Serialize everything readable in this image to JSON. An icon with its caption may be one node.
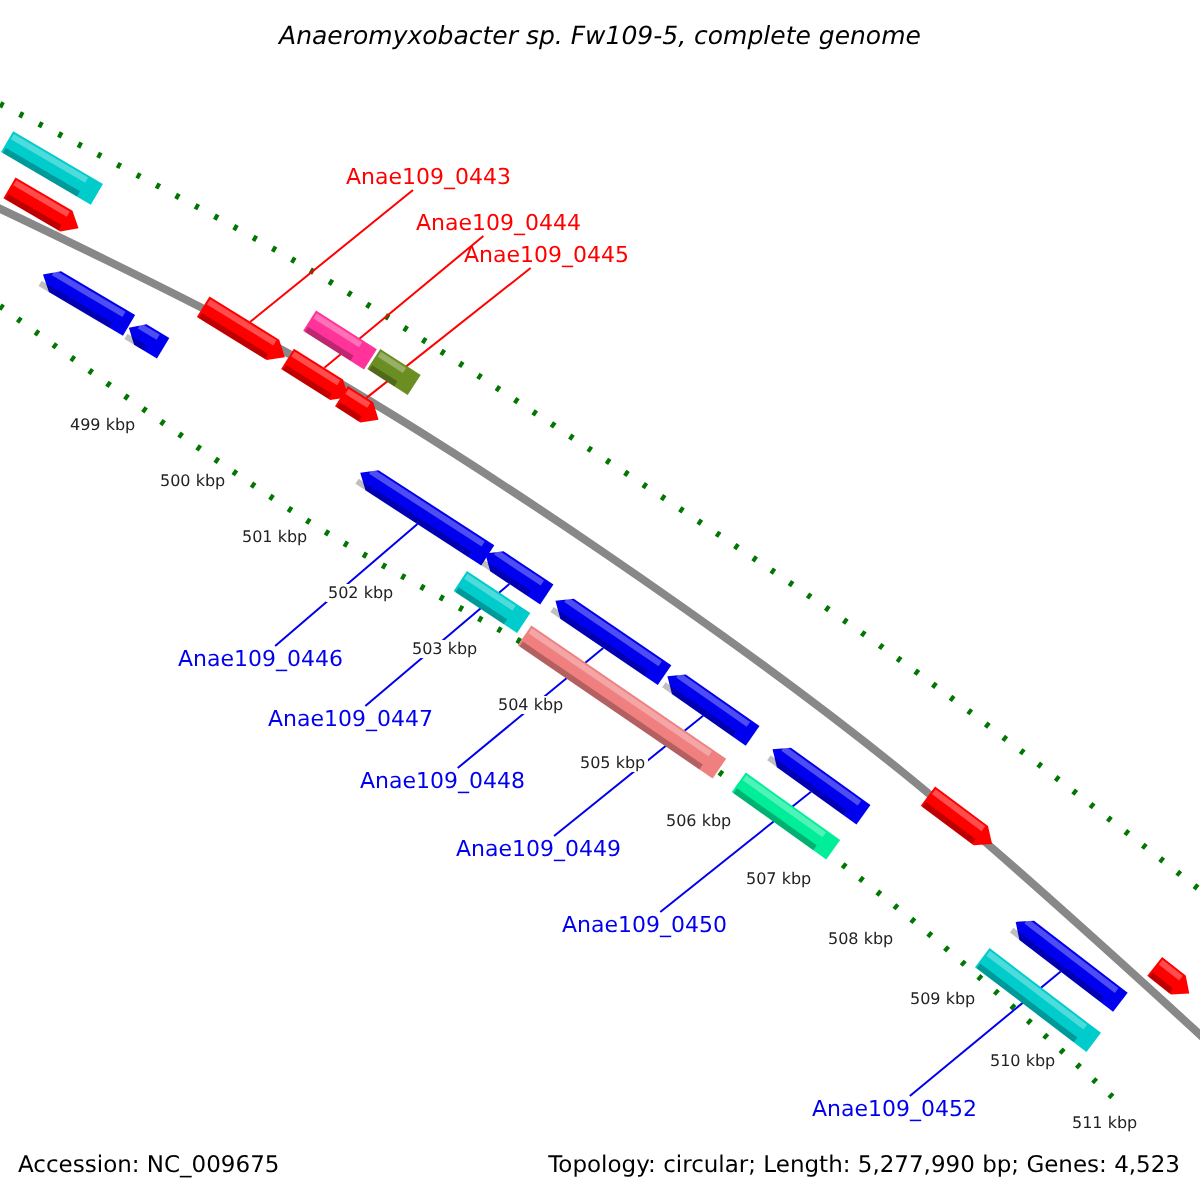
{
  "diagram": {
    "title": "Anaeromyxobacter sp. Fw109-5, complete genome",
    "nodes": [
      {
        "text": [],
        "shape": "bar"
      },
      {
        "text": [],
        "shape": "arrow"
      },
      {
        "text": [],
        "shape": "arrow"
      },
      {
        "text": [],
        "shape": "arrow"
      },
      {
        "text": [],
        "shape": "arrow"
      },
      {
        "text": [],
        "shape": "bar"
      },
      {
        "text": [],
        "shape": "arrow"
      },
      {
        "text": [],
        "shape": "bar"
      },
      {
        "text": [],
        "shape": "arrow"
      },
      {
        "text": [],
        "shape": "arrow"
      },
      {
        "text": [],
        "shape": "arrow"
      },
      {
        "text": [],
        "shape": "bar"
      },
      {
        "text": [],
        "shape": "arrow"
      },
      {
        "text": [],
        "shape": "bar"
      },
      {
        "text": [],
        "shape": "arrow"
      },
      {
        "text": [],
        "shape": "arrow"
      },
      {
        "text": [],
        "shape": "bar"
      },
      {
        "text": [],
        "shape": "arrow"
      },
      {
        "text": [],
        "shape": "arrow"
      },
      {
        "text": [],
        "shape": "bar"
      },
      {
        "text": [],
        "shape": "arrow"
      },
      {
        "text": [
          "Anae109_0443"
        ]
      },
      {
        "text": [
          "Anae109_0444"
        ]
      },
      {
        "text": [
          "Anae109_0445"
        ]
      },
      {
        "text": [
          "Anae109_0446"
        ]
      },
      {
        "text": [
          "Anae109_0447"
        ]
      },
      {
        "text": [
          "Anae109_0448"
        ]
      },
      {
        "text": [
          "Anae109_0449"
        ]
      },
      {
        "text": [
          "Anae109_0450"
        ]
      },
      {
        "text": [
          "Anae109_0452"
        ]
      }
    ],
    "edges": [
      {
        "from": 21,
        "to": 4,
        "arrow": "none",
        "color": "#ff0000"
      },
      {
        "from": 22,
        "to": 6,
        "arrow": "none",
        "color": "#ff0000"
      },
      {
        "from": 23,
        "to": 8,
        "arrow": "none",
        "color": "#ff0000"
      },
      {
        "from": 24,
        "to": 9,
        "arrow": "none"
      },
      {
        "from": 25,
        "to": 10,
        "arrow": "none"
      },
      {
        "from": 26,
        "to": 12,
        "arrow": "none"
      },
      {
        "from": 27,
        "to": 14,
        "arrow": "none"
      },
      {
        "from": 28,
        "to": 15,
        "arrow": "none"
      },
      {
        "from": 29,
        "to": 18,
        "arrow": "none"
      }
    ],
    "labels": [
      "499 kbp",
      "500 kbp",
      "501 kbp",
      "502 kbp",
      "503 kbp",
      "504 kbp",
      "505 kbp",
      "506 kbp",
      "507 kbp",
      "508 kbp",
      "509 kbp",
      "510 kbp",
      "511 kbp",
      "Accession: NC_009675",
      "Topology: circular; Length: 5,277,990 bp; Genes: 4,523"
    ]
  }
}
